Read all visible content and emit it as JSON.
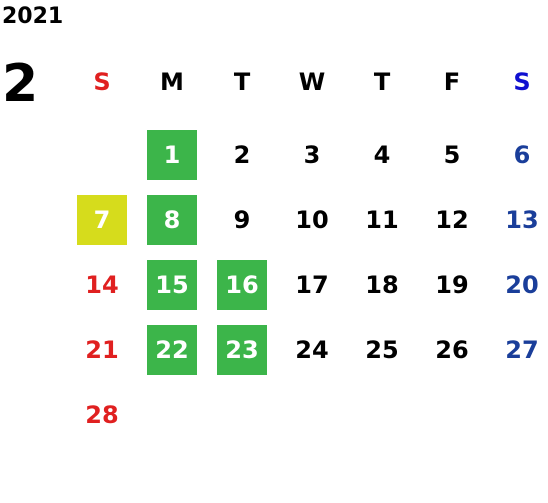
{
  "year": "2021",
  "month": "2",
  "colors": {
    "sunday": "#e02020",
    "saturday_header": "#1010d0",
    "saturday_date": "#1a3e9a",
    "weekday": "#000000",
    "highlight_green": "#3cb54a",
    "highlight_yellow": "#d6dc1c"
  },
  "weekdays": [
    "S",
    "M",
    "T",
    "W",
    "T",
    "F",
    "S"
  ],
  "weeks": [
    [
      null,
      {
        "day": "1",
        "hl": "green"
      },
      {
        "day": "2"
      },
      {
        "day": "3"
      },
      {
        "day": "4"
      },
      {
        "day": "5"
      },
      {
        "day": "6"
      }
    ],
    [
      {
        "day": "7",
        "hl": "yellow"
      },
      {
        "day": "8",
        "hl": "green"
      },
      {
        "day": "9"
      },
      {
        "day": "10"
      },
      {
        "day": "11"
      },
      {
        "day": "12"
      },
      {
        "day": "13"
      }
    ],
    [
      {
        "day": "14"
      },
      {
        "day": "15",
        "hl": "green"
      },
      {
        "day": "16",
        "hl": "green"
      },
      {
        "day": "17"
      },
      {
        "day": "18"
      },
      {
        "day": "19"
      },
      {
        "day": "20"
      }
    ],
    [
      {
        "day": "21"
      },
      {
        "day": "22",
        "hl": "green"
      },
      {
        "day": "23",
        "hl": "green"
      },
      {
        "day": "24"
      },
      {
        "day": "25"
      },
      {
        "day": "26"
      },
      {
        "day": "27"
      }
    ],
    [
      {
        "day": "28"
      },
      null,
      null,
      null,
      null,
      null,
      null
    ]
  ]
}
